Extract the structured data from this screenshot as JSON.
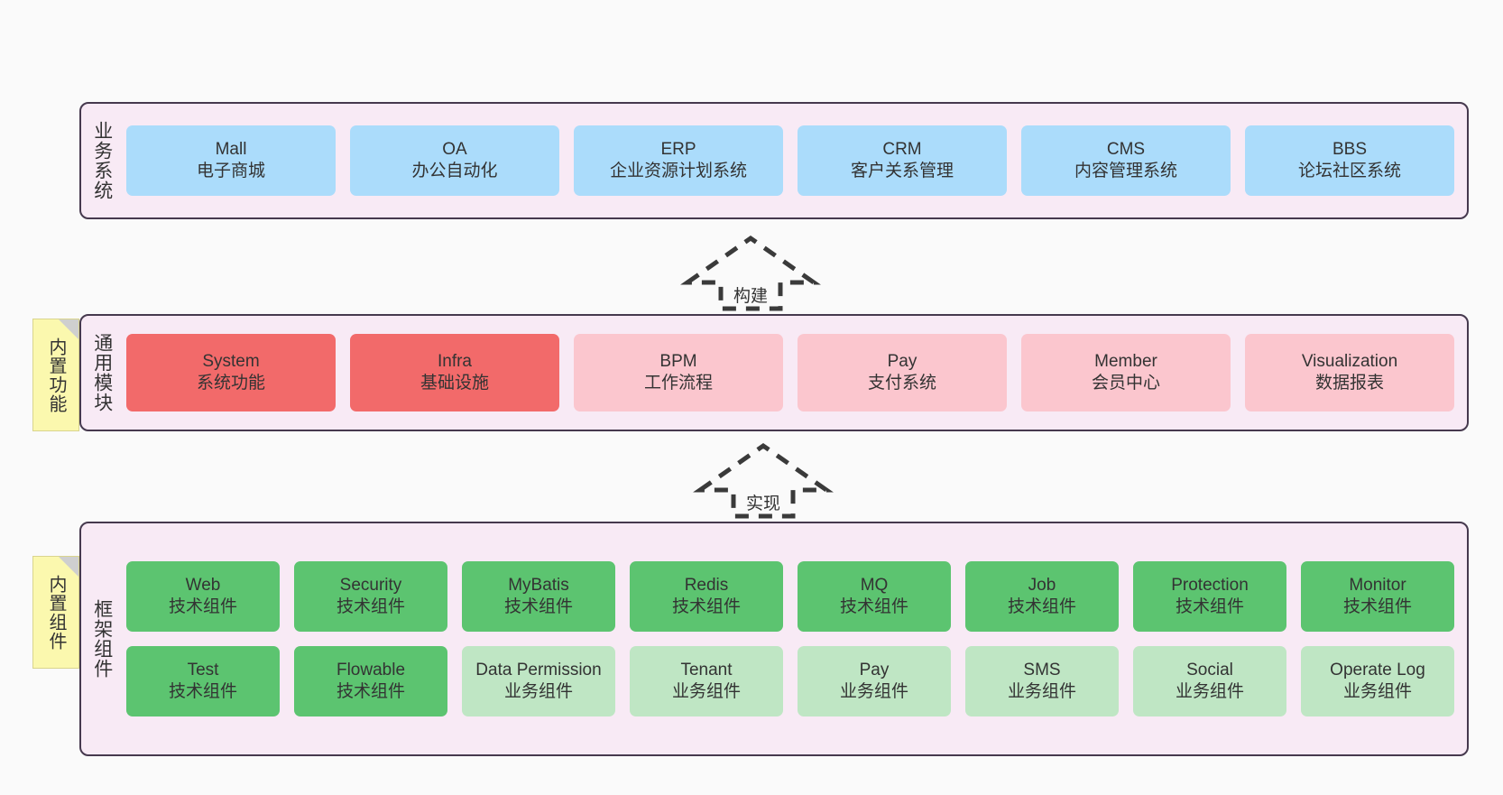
{
  "diagram": {
    "background_color": "#FAFAFA",
    "container_fill": "#F8EAF5",
    "container_border": "#46394E",
    "colors": {
      "business": "#ABDCFB",
      "module_core": "#F26A6A",
      "module_optional": "#FBC6CE",
      "component_tech": "#5CC470",
      "component_business": "#BFE6C4",
      "note": "#FBF8AE"
    }
  },
  "layers": {
    "business": {
      "title": "业务系统",
      "nodes": [
        {
          "en": "Mall",
          "cn": "电子商城"
        },
        {
          "en": "OA",
          "cn": "办公自动化"
        },
        {
          "en": "ERP",
          "cn": "企业资源计划系统"
        },
        {
          "en": "CRM",
          "cn": "客户关系管理"
        },
        {
          "en": "CMS",
          "cn": "内容管理系统"
        },
        {
          "en": "BBS",
          "cn": "论坛社区系统"
        }
      ]
    },
    "common": {
      "title": "通用模块",
      "note": "内置功能",
      "nodes": [
        {
          "en": "System",
          "cn": "系统功能",
          "style": "red"
        },
        {
          "en": "Infra",
          "cn": "基础设施",
          "style": "red"
        },
        {
          "en": "BPM",
          "cn": "工作流程",
          "style": "pink"
        },
        {
          "en": "Pay",
          "cn": "支付系统",
          "style": "pink"
        },
        {
          "en": "Member",
          "cn": "会员中心",
          "style": "pink"
        },
        {
          "en": "Visualization",
          "cn": "数据报表",
          "style": "pink"
        }
      ]
    },
    "framework": {
      "title": "框架组件",
      "note": "内置组件",
      "row1": [
        {
          "en": "Web",
          "cn": "技术组件"
        },
        {
          "en": "Security",
          "cn": "技术组件"
        },
        {
          "en": "MyBatis",
          "cn": "技术组件"
        },
        {
          "en": "Redis",
          "cn": "技术组件"
        },
        {
          "en": "MQ",
          "cn": "技术组件"
        },
        {
          "en": "Job",
          "cn": "技术组件"
        },
        {
          "en": "Protection",
          "cn": "技术组件"
        },
        {
          "en": "Monitor",
          "cn": "技术组件"
        }
      ],
      "row2": [
        {
          "en": "Test",
          "cn": "技术组件",
          "style": "green"
        },
        {
          "en": "Flowable",
          "cn": "技术组件",
          "style": "green"
        },
        {
          "en": "Data Permission",
          "cn": "业务组件",
          "style": "green-light"
        },
        {
          "en": "Tenant",
          "cn": "业务组件",
          "style": "green-light"
        },
        {
          "en": "Pay",
          "cn": "业务组件",
          "style": "green-light"
        },
        {
          "en": "SMS",
          "cn": "业务组件",
          "style": "green-light"
        },
        {
          "en": "Social",
          "cn": "业务组件",
          "style": "green-light"
        },
        {
          "en": "Operate Log",
          "cn": "业务组件",
          "style": "green-light"
        }
      ]
    }
  },
  "connectors": [
    {
      "label": "构建",
      "from": "通用模块",
      "to": "业务系统"
    },
    {
      "label": "实现",
      "from": "框架组件",
      "to": "通用模块"
    }
  ]
}
